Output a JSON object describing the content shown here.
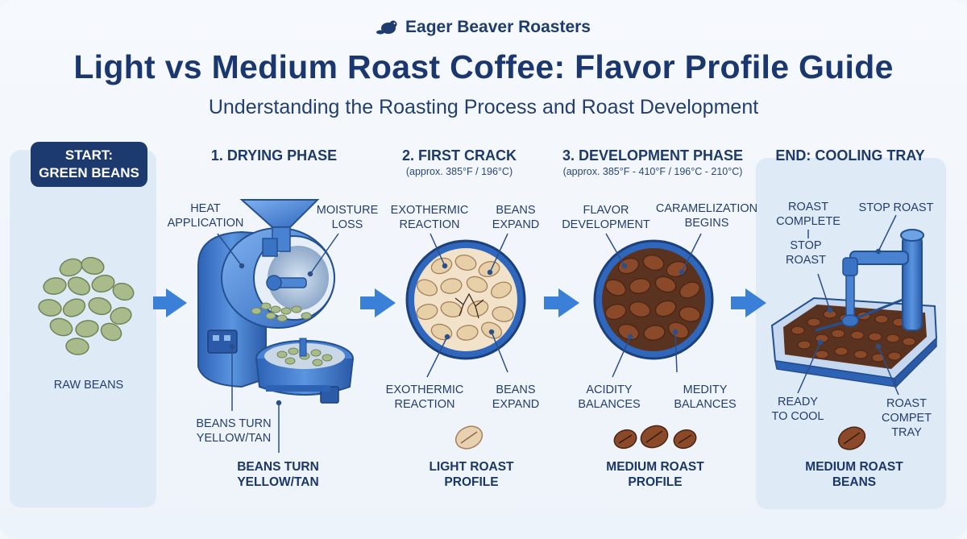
{
  "brand": {
    "name": "Eager Beaver Roasters",
    "logo_icon": "beaver-icon"
  },
  "title": "Light vs Medium Roast Coffee: Flavor Profile Guide",
  "subtitle": "Understanding the Roasting Process and Roast Development",
  "colors": {
    "navy": "#1c3a6e",
    "panel": "#dfeaf7",
    "machine_blue": "#3f7fd6",
    "arrow_blue": "#3a7fd8",
    "green_bean": "#a7b98a",
    "light_bean": "#e7d1b0",
    "medium_bean": "#8a4a2a"
  },
  "start": {
    "badge": "START:\nGREEN BEANS",
    "badge_line1": "START:",
    "badge_line2": "GREEN BEANS",
    "caption": "RAW BEANS"
  },
  "drying": {
    "title": "1. DRYING PHASE",
    "label_heat_1": "HEAT",
    "label_heat_2": "APPLICATION",
    "label_moisture_1": "MOISTURE",
    "label_moisture_2": "LOSS",
    "label_yellow_a1": "BEANS TURN",
    "label_yellow_a2": "YELLOW/TAN",
    "label_yellow_b1": "BEANS TURN",
    "label_yellow_b2": "YELLOW/TAN"
  },
  "first_crack": {
    "title": "2. FIRST CRACK",
    "subtitle": "(approx. 385°F / 196°C)",
    "top_left_1": "EXOTHERMIC",
    "top_left_2": "REACTION",
    "top_right_1": "BEANS",
    "top_right_2": "EXPAND",
    "bottom_left_1": "EXOTHERMIC",
    "bottom_left_2": "REACTION",
    "bottom_right_1": "BEANS",
    "bottom_right_2": "EXPAND",
    "profile_1": "LIGHT ROAST",
    "profile_2": "PROFILE"
  },
  "development": {
    "title": "3. DEVELOPMENT PHASE",
    "subtitle": "(approx. 385°F - 410°F / 196°C - 210°C)",
    "top_left_1": "FLAVOR",
    "top_left_2": "DEVELOPMENT",
    "top_right_1": "CARAMELIZATION",
    "top_right_2": "BEGINS",
    "bottom_left_1": "ACIDITY",
    "bottom_left_2": "BALANCES",
    "bottom_right_1": "MEDITY",
    "bottom_right_2": "BALANCES",
    "profile_1": "MEDIUM ROAST",
    "profile_2": "PROFILE"
  },
  "cooling": {
    "title": "END: COOLING TRAY",
    "roast_complete_1": "ROAST",
    "roast_complete_2": "COMPLETE",
    "stop_roast_top": "STOP ROAST",
    "stop_roast_1": "STOP",
    "stop_roast_2": "ROAST",
    "ready_1": "READY",
    "ready_2": "TO COOL",
    "tray_1": "ROAST",
    "tray_2": "COMPET",
    "tray_3": "TRAY",
    "beans_1": "MEDIUM ROAST",
    "beans_2": "BEANS"
  }
}
